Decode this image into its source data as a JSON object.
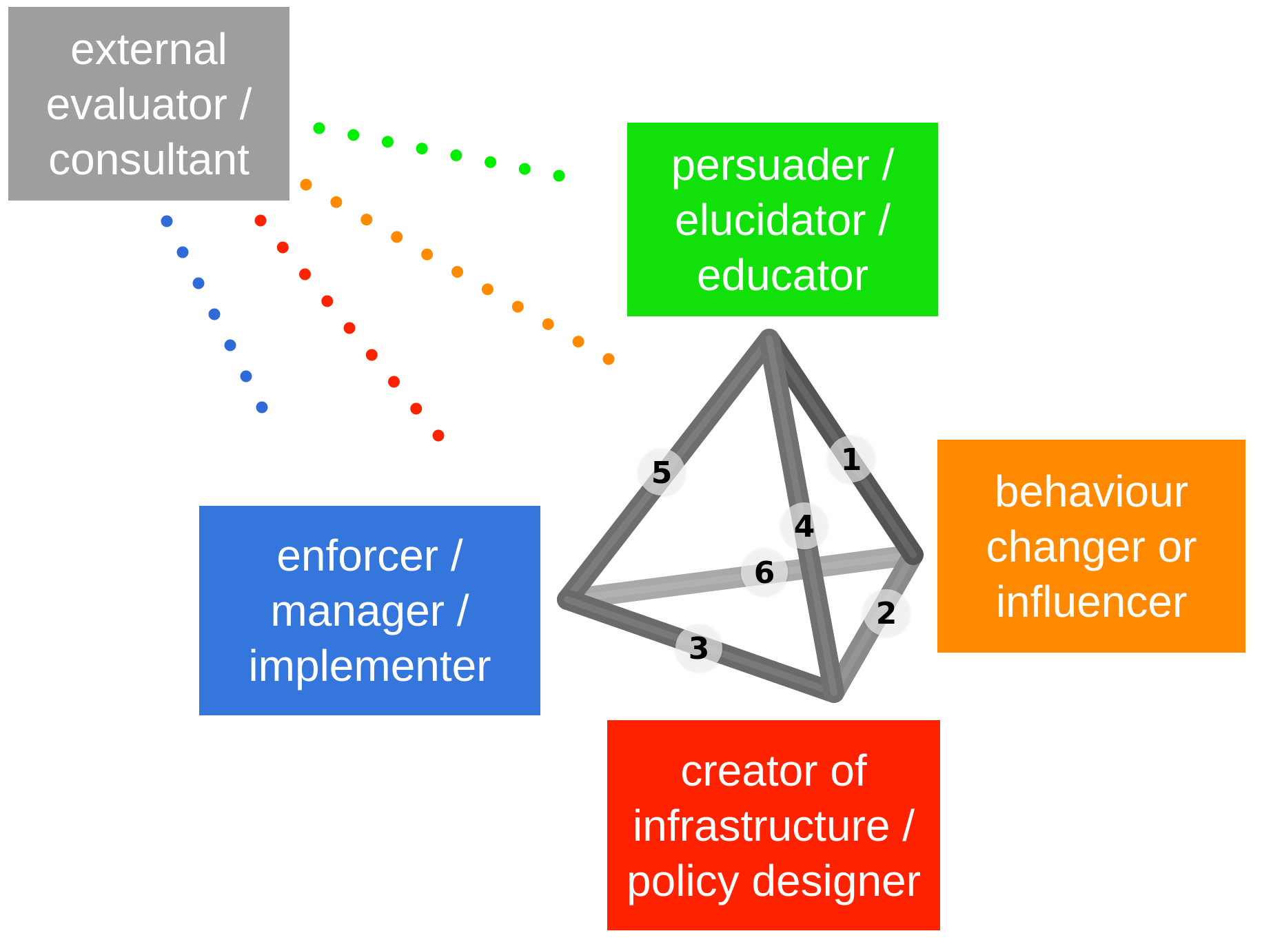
{
  "roles": {
    "evaluator": {
      "lines": [
        "external",
        "evaluator /",
        "consultant"
      ],
      "color": "#9e9e9e"
    },
    "persuader": {
      "lines": [
        "persuader /",
        "elucidator /",
        "educator"
      ],
      "color": "#12e00b"
    },
    "enforcer": {
      "lines": [
        "enforcer /",
        "manager /",
        "implementer"
      ],
      "color": "#3476dc"
    },
    "behaviour": {
      "lines": [
        "behaviour",
        "changer or",
        "influencer"
      ],
      "color": "#ff8900"
    },
    "creator": {
      "lines": [
        "creator of",
        "infrastructure /",
        "policy designer"
      ],
      "color": "#ff2200"
    }
  },
  "dotted_links": [
    {
      "from": "evaluator",
      "to": "persuader",
      "color": "#00ee00",
      "dot_count": 8
    },
    {
      "from": "evaluator",
      "to": "behaviour",
      "color": "#ff8a00",
      "dot_count": 11
    },
    {
      "from": "evaluator",
      "to": "creator",
      "color": "#ff2200",
      "dot_count": 9
    },
    {
      "from": "evaluator",
      "to": "enforcer",
      "color": "#2f6ad6",
      "dot_count": 7
    }
  ],
  "tetrahedron": {
    "vertices": [
      "persuader",
      "behaviour",
      "creator",
      "enforcer"
    ],
    "edges": [
      {
        "label": "1",
        "from": "persuader",
        "to": "behaviour"
      },
      {
        "label": "2",
        "from": "behaviour",
        "to": "creator"
      },
      {
        "label": "3",
        "from": "enforcer",
        "to": "creator"
      },
      {
        "label": "4",
        "from": "persuader",
        "to": "creator"
      },
      {
        "label": "5",
        "from": "persuader",
        "to": "enforcer"
      },
      {
        "label": "6",
        "from": "enforcer",
        "to": "behaviour"
      }
    ]
  }
}
